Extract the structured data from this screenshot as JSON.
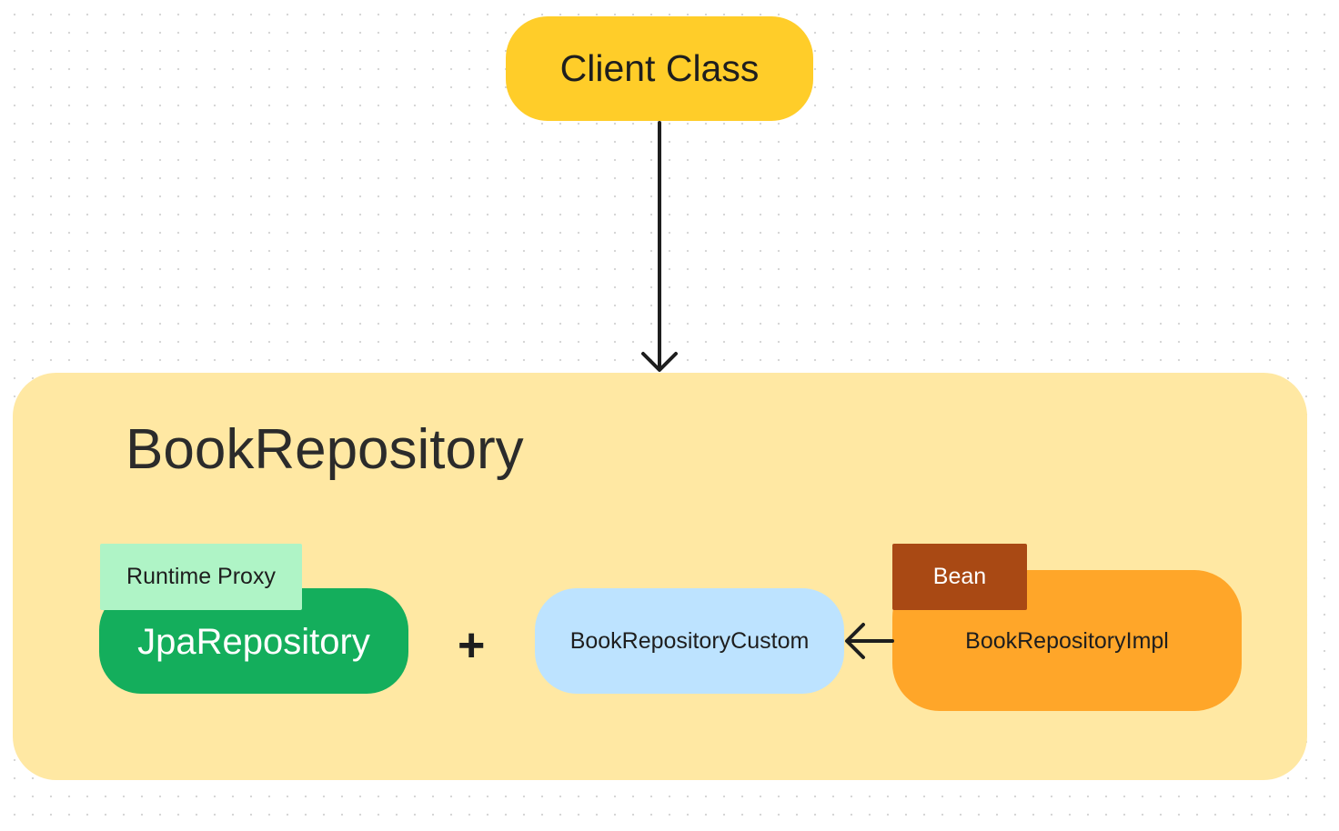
{
  "nodes": {
    "client": "Client Class",
    "container_title": "BookRepository",
    "jpa_repository": "JpaRepository",
    "proxy_tag": "Runtime Proxy",
    "plus": "+",
    "custom": "BookRepositoryCustom",
    "impl": "BookRepositoryImpl",
    "bean_tag": "Bean"
  },
  "edges": [
    {
      "from": "client",
      "to": "container_title"
    },
    {
      "from": "impl",
      "to": "custom"
    }
  ],
  "colors": {
    "client": "#ffcd29",
    "container": "#ffe8a3",
    "jpa_repository": "#14ae5c",
    "proxy_tag": "#aff4c6",
    "custom": "#bde3ff",
    "impl": "#ffa629",
    "bean_tag": "#a94914",
    "arrow": "#1e1e1e"
  }
}
